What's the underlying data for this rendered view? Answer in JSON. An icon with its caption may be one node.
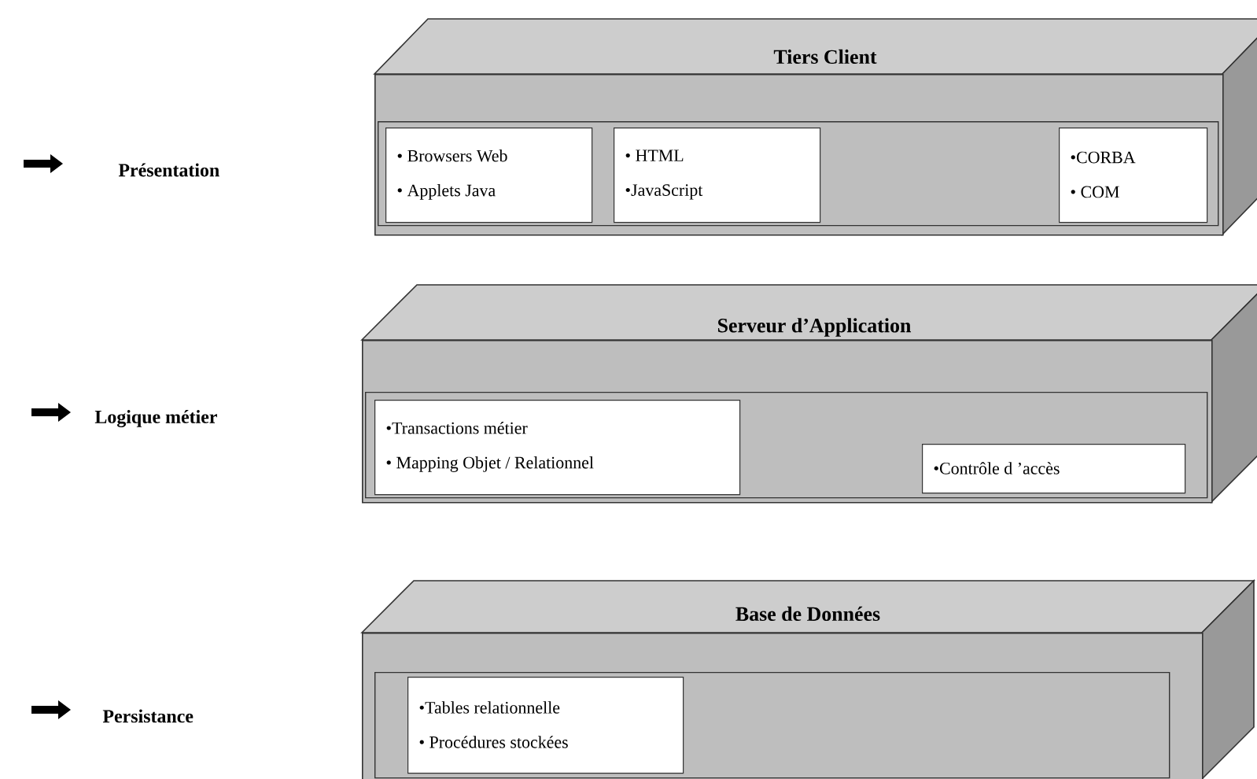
{
  "diagram": {
    "nodes": [
      {
        "text": [
          "Tiers Client"
        ]
      },
      {
        "text": [],
        "shape": "box",
        "in": 0
      },
      {
        "text": [
          "• Browsers Web",
          "• Applets Java"
        ],
        "in": 1
      },
      {
        "text": [
          "• HTML",
          "•JavaScript"
        ],
        "in": 1
      },
      {
        "text": [
          "•CORBA",
          "• COM"
        ],
        "in": 1
      },
      {
        "text": [
          "Serveur d’Application"
        ]
      },
      {
        "text": [],
        "shape": "box",
        "in": 5
      },
      {
        "text": [
          "•Transactions métier",
          "• Mapping Objet / Relationnel"
        ],
        "in": 6
      },
      {
        "text": [
          "•Contrôle d ’accès"
        ],
        "in": 6
      },
      {
        "text": [
          "Base de Données"
        ]
      },
      {
        "text": [],
        "shape": "box",
        "in": 9
      },
      {
        "text": [
          "•Tables relationnelle",
          "• Procédures stockées"
        ],
        "in": 10
      }
    ],
    "labels": [
      "Présentation",
      "Logique métier",
      "Persistance"
    ]
  }
}
